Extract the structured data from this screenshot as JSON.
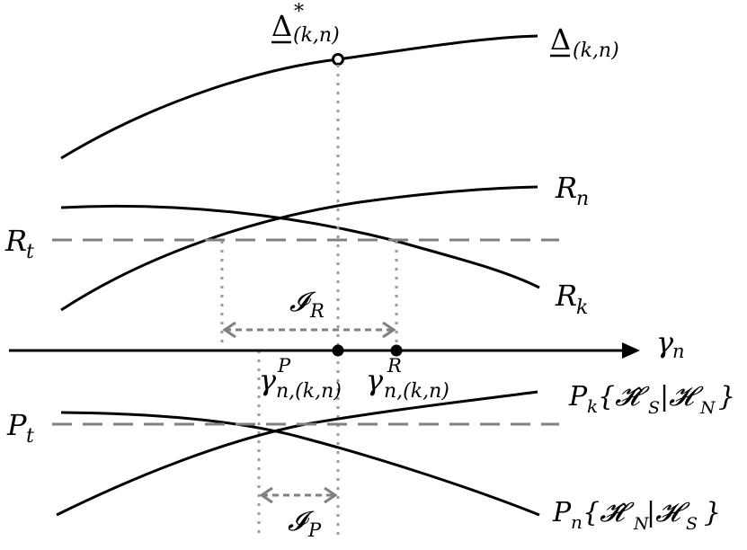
{
  "labels": {
    "delta_star_base": "Δ",
    "delta_star_sup": "*",
    "delta_star_sub": "(k,n)",
    "delta_base": "Δ",
    "delta_sub": "(k,n)",
    "rn_base": "R",
    "rn_sub": "n",
    "rk_base": "R",
    "rk_sub": "k",
    "rt_base": "R",
    "rt_sub": "t",
    "jr_base": "𝓘",
    "jr_sub": "R",
    "gamma_axis_base": "γ",
    "gamma_axis_sub": "n",
    "gamma_p_base": "γ",
    "gamma_p_sup": "P",
    "gamma_p_sub": "n,(k,n)",
    "gamma_r_base": "γ",
    "gamma_r_sup": "R",
    "gamma_r_sub": "n,(k,n)",
    "pk_base": "P",
    "pk_sub": "k",
    "pk_braces": "{𝓗̂",
    "pk_h1_sub": "S",
    "pk_bar": "|𝓗",
    "pk_h2_sub": "N",
    "pk_close": "}",
    "pn_base": "P",
    "pn_sub": "n",
    "pn_braces": "{𝓗̂",
    "pn_h1_sub": "N",
    "pn_bar": "|𝓗",
    "pn_h2_sub": "S",
    "pn_close": "}",
    "pt_base": "P",
    "pt_sub": "t",
    "jp_base": "𝓘",
    "jp_sub": "P"
  }
}
